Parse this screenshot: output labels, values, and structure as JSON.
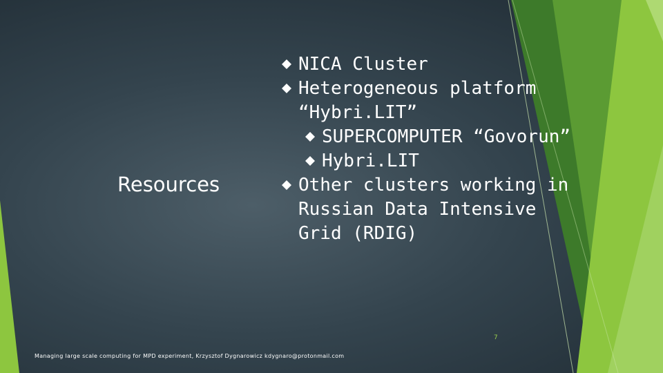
{
  "slide": {
    "title": "Resources",
    "bullets": [
      {
        "level": 1,
        "text": "NICA Cluster"
      },
      {
        "level": 1,
        "text": "Heterogeneous platform “Hybri.LIT”"
      },
      {
        "level": 2,
        "text": "SUPERCOMPUTER “Govorun”"
      },
      {
        "level": 2,
        "text": "Hybri.LIT"
      },
      {
        "level": 1,
        "text": "Other clusters working in Russian Data Intensive Grid (RDIG)"
      }
    ],
    "footer": "Managing large scale computing for MPD experiment, Krzysztof Dygnarowicz kdygnaro@protonmail.com",
    "page_number": "7"
  },
  "colors": {
    "accent_green": "#8dc63f",
    "dark_green": "#3f7d2a",
    "background": "#34444e",
    "text": "#ffffff"
  },
  "icons": {
    "bullet": "diamond-bullet-icon"
  }
}
